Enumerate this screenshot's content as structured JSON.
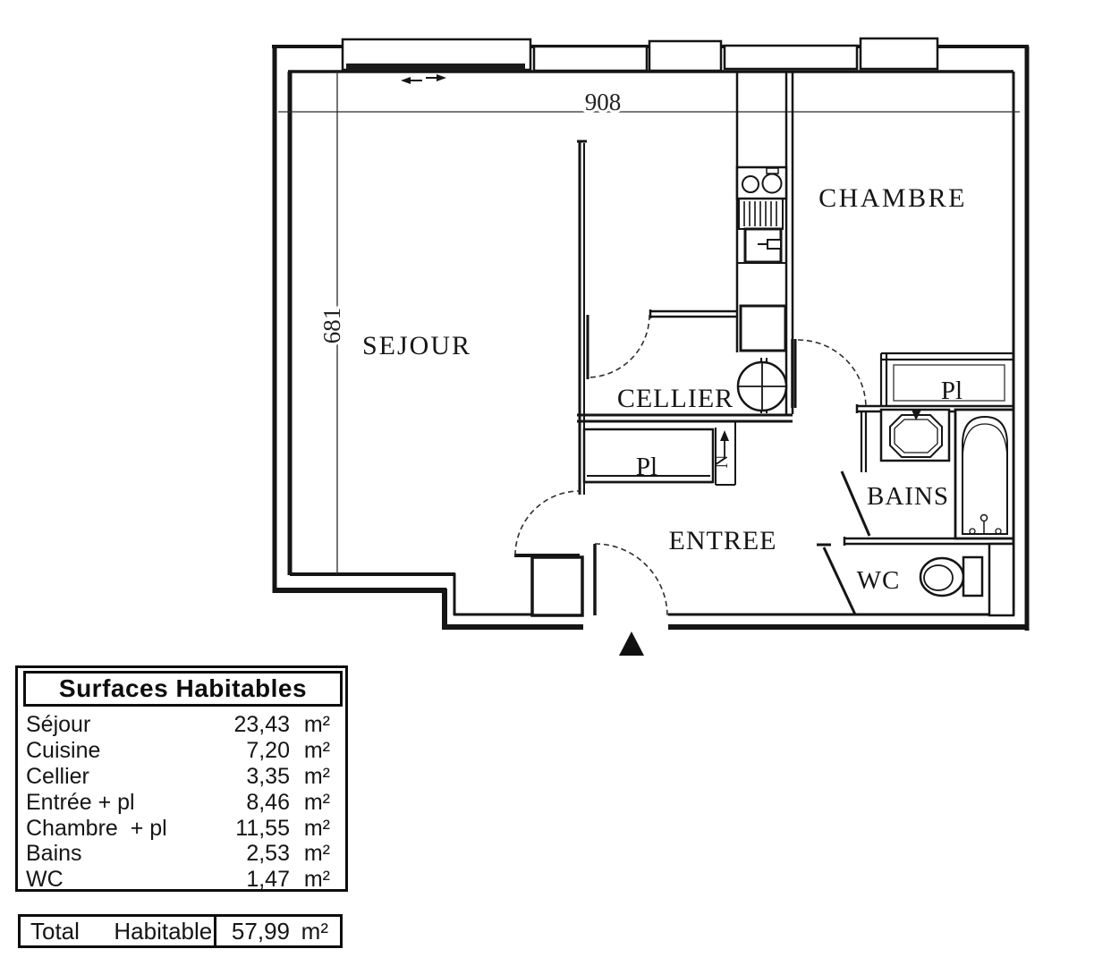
{
  "plan": {
    "dimensions": {
      "width": "908",
      "height": "681"
    },
    "north_label": "N",
    "rooms": {
      "sejour": "SEJOUR",
      "chambre": "CHAMBRE",
      "cellier": "CELLIER",
      "entree": "ENTREE",
      "bains": "BAINS",
      "wc": "WC",
      "placard_hall": "Pl",
      "placard_chambre": "Pl"
    }
  },
  "surfaces_table": {
    "title": "Surfaces Habitables",
    "rows": [
      {
        "label": "Séjour",
        "value": "23,43",
        "unit": "m²"
      },
      {
        "label": "Cuisine",
        "value": "7,20",
        "unit": "m²"
      },
      {
        "label": "Cellier",
        "value": "3,35",
        "unit": "m²"
      },
      {
        "label": "Entrée + pl",
        "value": "8,46",
        "unit": "m²"
      },
      {
        "label": "Chambre  + pl",
        "value": "11,55",
        "unit": "m²"
      },
      {
        "label": "Bains",
        "value": "2,53",
        "unit": "m²"
      },
      {
        "label": "WC",
        "value": "1,47",
        "unit": "m²"
      }
    ]
  },
  "total_table": {
    "label": "Total  Habitable",
    "value": "57,99",
    "unit": "m²"
  }
}
